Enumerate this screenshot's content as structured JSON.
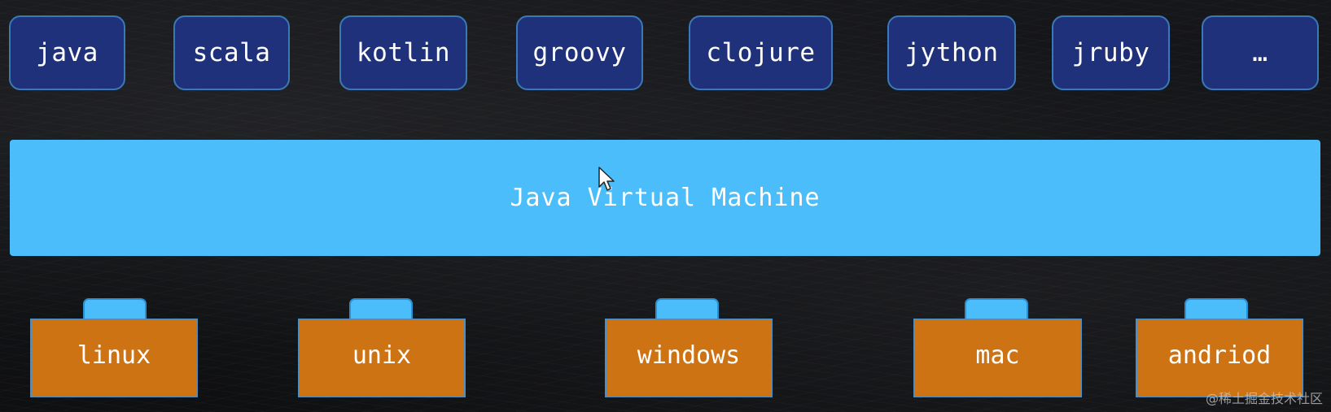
{
  "languages": [
    "java",
    "scala",
    "kotlin",
    "groovy",
    "clojure",
    "jython",
    "jruby",
    "…"
  ],
  "jvm": {
    "label": "Java Virtual Machine"
  },
  "platforms": [
    "linux",
    "unix",
    "windows",
    "mac",
    "andriod"
  ],
  "watermark": "@稀土掘金技术社区",
  "colors": {
    "language_box": "#1f317a",
    "jvm_bar": "#4bbdfa",
    "os_folder": "#cd7314",
    "background": "#111214"
  }
}
